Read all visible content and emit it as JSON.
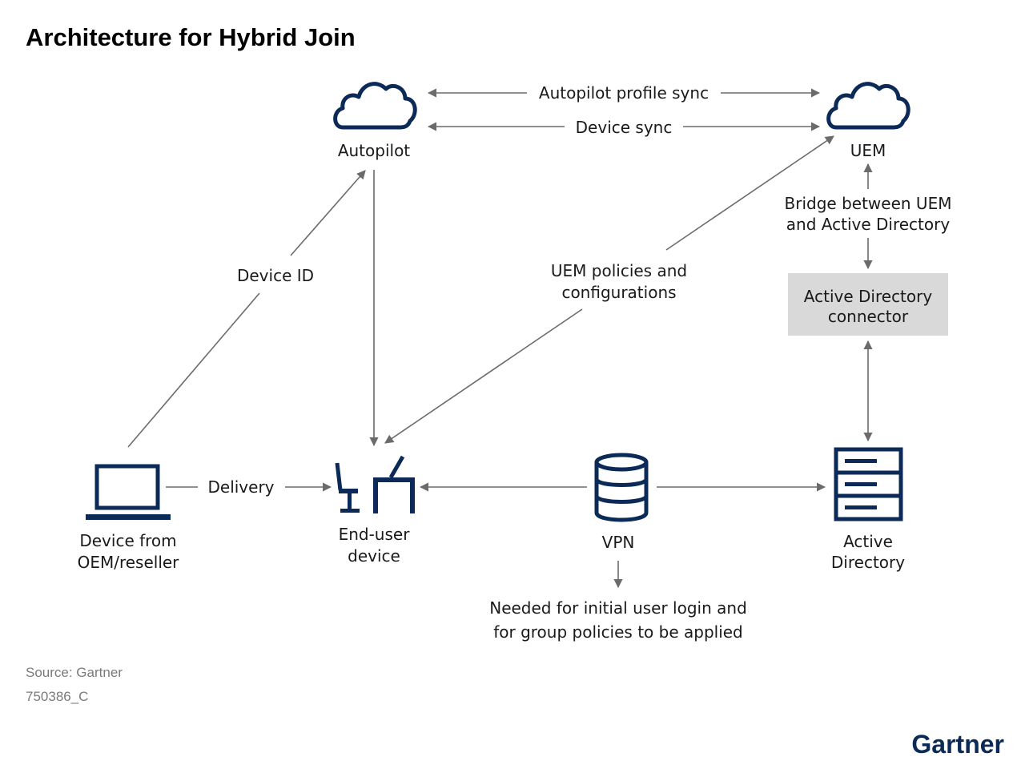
{
  "title": "Architecture for Hybrid Join",
  "nodes": {
    "autopilot": "Autopilot",
    "uem": "UEM",
    "connector": [
      "Active Directory",
      "connector"
    ],
    "device_oem": [
      "Device from",
      "OEM/reseller"
    ],
    "end_user_device": [
      "End-user",
      "device"
    ],
    "vpn": "VPN",
    "active_directory": [
      "Active",
      "Directory"
    ]
  },
  "edges": {
    "autopilot_profile_sync": "Autopilot profile sync",
    "device_sync": "Device sync",
    "device_id": "Device ID",
    "uem_policies": [
      "UEM policies and",
      "configurations"
    ],
    "bridge": [
      "Bridge between UEM",
      "and Active Directory"
    ],
    "delivery": "Delivery",
    "vpn_note": [
      "Needed for initial user login and",
      "for group policies to be applied"
    ]
  },
  "footer": {
    "source": "Source: Gartner",
    "code": "750386_C",
    "logo": "Gartner"
  },
  "colors": {
    "icon": "#0b2a57",
    "arrow": "#6b6b6b",
    "connector_box": "#d9d9d9",
    "logo": "#0b2a57"
  }
}
